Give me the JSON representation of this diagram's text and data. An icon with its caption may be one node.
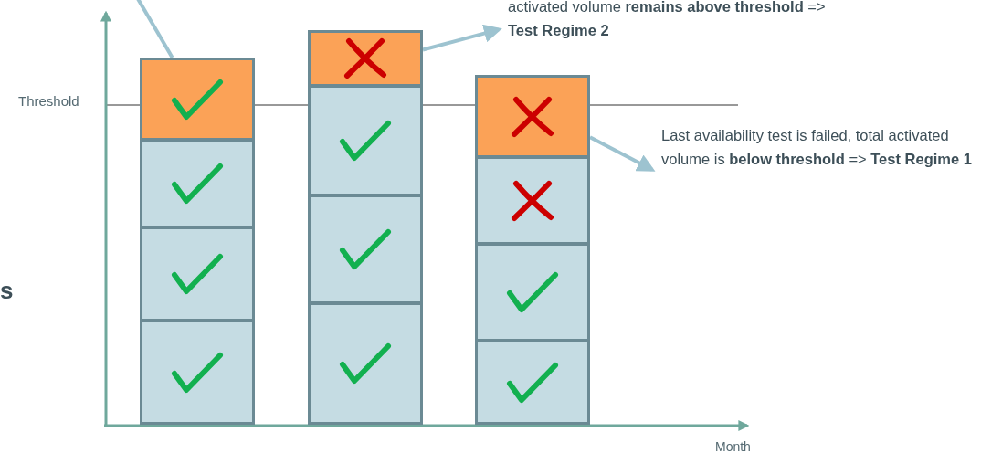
{
  "diagram": {
    "nodes": [
      {
        "text": [
          "activated volume **remains above threshold** => **Test Regime 2**"
        ]
      },
      {
        "text": [],
        "shape": "box"
      },
      {
        "text": [],
        "shape": "box"
      },
      {
        "text": [],
        "shape": "box"
      },
      {
        "text": [],
        "shape": "box"
      },
      {
        "text": [],
        "shape": "box"
      },
      {
        "text": [],
        "shape": "box"
      },
      {
        "text": [],
        "shape": "box"
      },
      {
        "text": [],
        "shape": "box"
      },
      {
        "text": [],
        "shape": "box"
      },
      {
        "text": [],
        "shape": "box"
      },
      {
        "text": [],
        "shape": "box"
      },
      {
        "text": [],
        "shape": "box"
      },
      {
        "text": [
          "Last availability test is failed, total activated volume is **below threshold** => **Test Regime 1**"
        ]
      }
    ],
    "edges": [
      {
        "from": 1,
        "to": null,
        "arrow": "none"
      },
      {
        "from": 5,
        "to": 0,
        "arrow": "to"
      },
      {
        "from": 9,
        "to": 13,
        "arrow": "to"
      }
    ],
    "labels": [
      "Threshold",
      "s",
      "Month"
    ]
  }
}
